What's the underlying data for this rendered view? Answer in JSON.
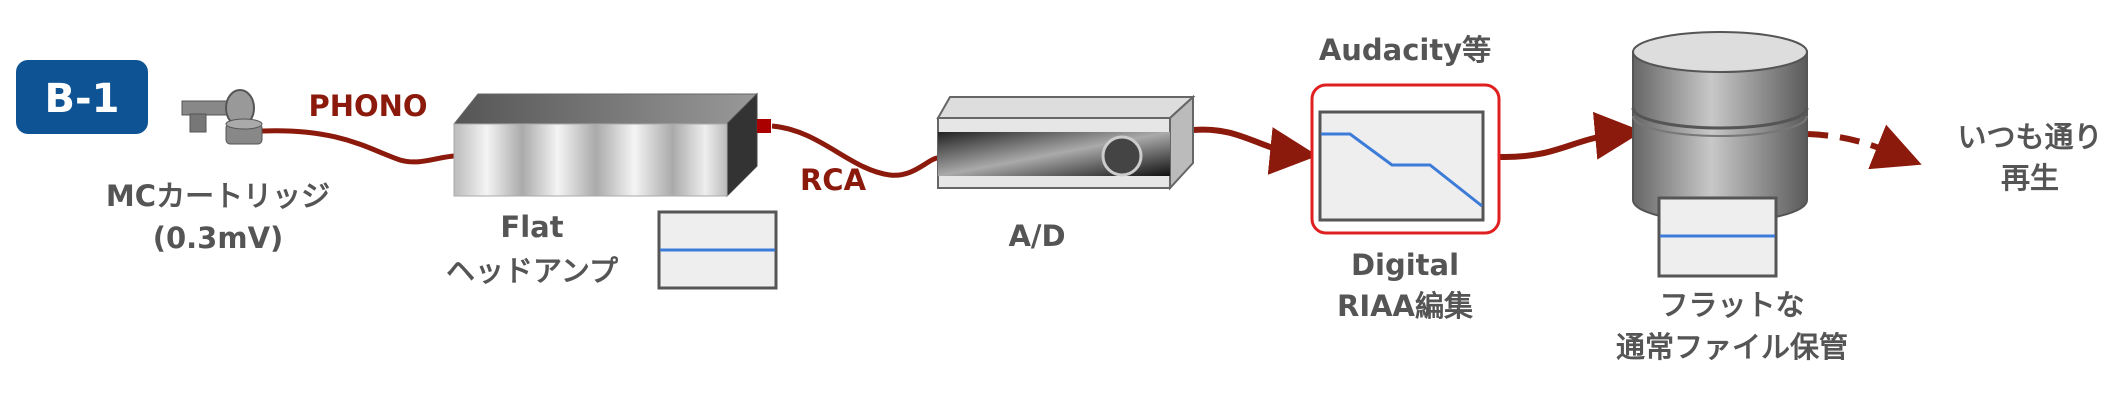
{
  "badge": "B-1",
  "colors": {
    "badge": "#0e5394",
    "cable": "#8b1a0c",
    "curve": "#3d7bd9",
    "highlight": "#e02020",
    "text": "#555555"
  },
  "cartridge": {
    "label_line1": "MCカートリッジ",
    "label_line2": "(0.3mV)",
    "icon": "cartridge-icon"
  },
  "phono_label": "PHONO",
  "head_amp": {
    "label_line1": "Flat",
    "label_line2": "ヘッドアンプ",
    "icon": "amplifier-icon"
  },
  "rca_label": "RCA",
  "ad": {
    "label": "A/D",
    "icon": "ad-converter-icon"
  },
  "digital": {
    "top_label": "Audacity等",
    "label_line1": "Digital",
    "label_line2": "RIAA編集"
  },
  "storage": {
    "label_line1": "フラットな",
    "label_line2": "通常ファイル保管",
    "icon": "database-icon"
  },
  "playback": {
    "label_line1": "いつも通り",
    "label_line2": "再生"
  }
}
